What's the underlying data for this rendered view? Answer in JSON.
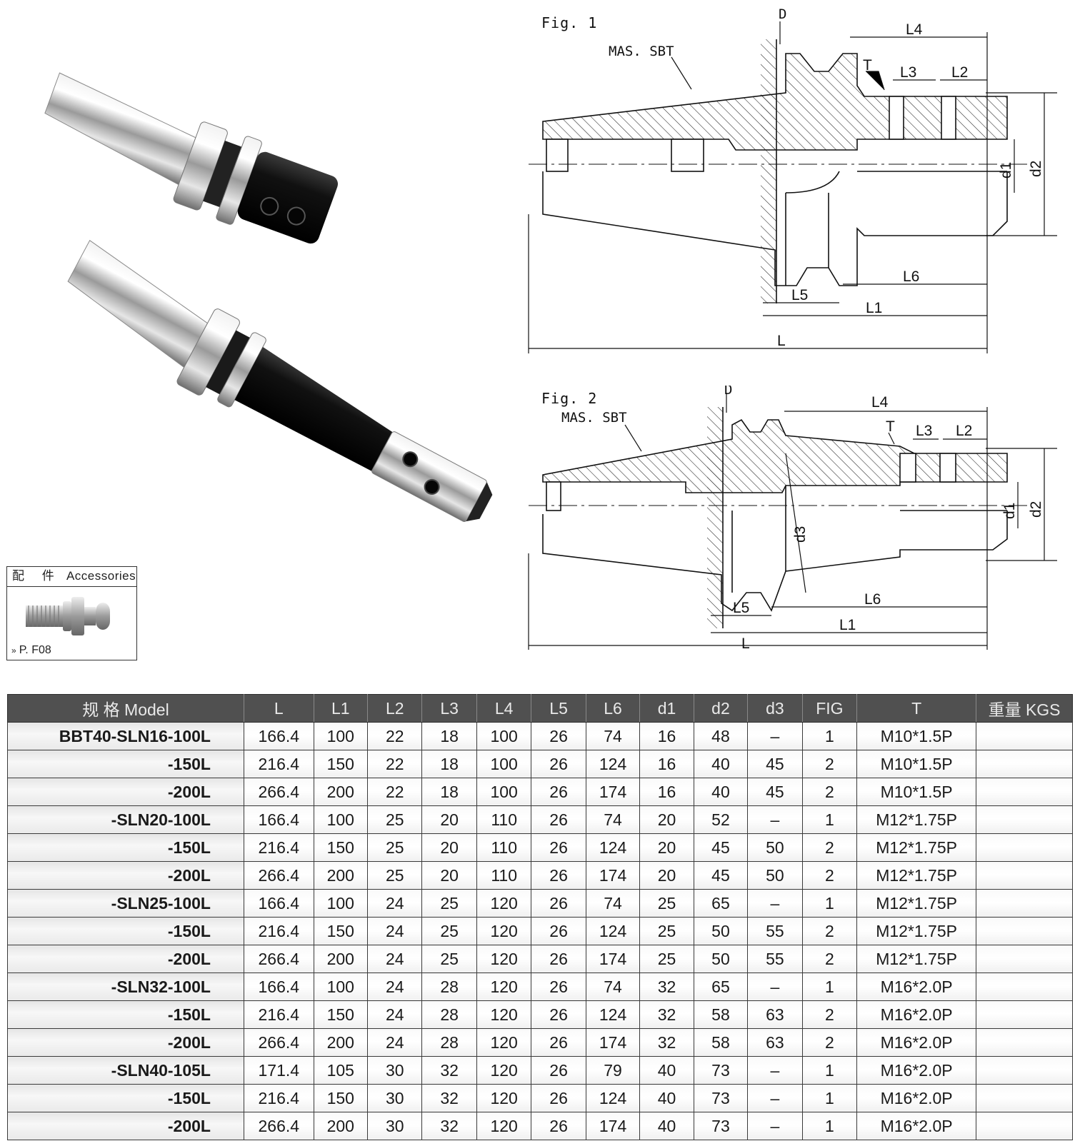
{
  "accessories": {
    "title_cn": "配 件",
    "title_en": "Accessories",
    "reference": "P. F08"
  },
  "fig1": {
    "label": "Fig. 1",
    "labels": {
      "mas": "MAS. SBT",
      "D": "D",
      "T": "T",
      "L": "L",
      "L1": "L1",
      "L2": "L2",
      "L3": "L3",
      "L4": "L4",
      "L5": "L5",
      "L6": "L6",
      "d1": "d1",
      "d2": "d2"
    }
  },
  "fig2": {
    "label": "Fig. 2",
    "labels": {
      "mas": "MAS. SBT",
      "D": "D",
      "T": "T",
      "L": "L",
      "L1": "L1",
      "L2": "L2",
      "L3": "L3",
      "L4": "L4",
      "L5": "L5",
      "L6": "L6",
      "d1": "d1",
      "d2": "d2",
      "d3": "d3"
    }
  },
  "table": {
    "headers": [
      "规 格 Model",
      "L",
      "L1",
      "L2",
      "L3",
      "L4",
      "L5",
      "L6",
      "d1",
      "d2",
      "d3",
      "FIG",
      "T",
      "重量 KGS"
    ],
    "rows": [
      [
        "BBT40-SLN16-100L",
        "166.4",
        "100",
        "22",
        "18",
        "100",
        "26",
        "74",
        "16",
        "48",
        "–",
        "1",
        "M10*1.5P",
        ""
      ],
      [
        "-150L",
        "216.4",
        "150",
        "22",
        "18",
        "100",
        "26",
        "124",
        "16",
        "40",
        "45",
        "2",
        "M10*1.5P",
        ""
      ],
      [
        "-200L",
        "266.4",
        "200",
        "22",
        "18",
        "100",
        "26",
        "174",
        "16",
        "40",
        "45",
        "2",
        "M10*1.5P",
        ""
      ],
      [
        "-SLN20-100L",
        "166.4",
        "100",
        "25",
        "20",
        "110",
        "26",
        "74",
        "20",
        "52",
        "–",
        "1",
        "M12*1.75P",
        ""
      ],
      [
        "-150L",
        "216.4",
        "150",
        "25",
        "20",
        "110",
        "26",
        "124",
        "20",
        "45",
        "50",
        "2",
        "M12*1.75P",
        ""
      ],
      [
        "-200L",
        "266.4",
        "200",
        "25",
        "20",
        "110",
        "26",
        "174",
        "20",
        "45",
        "50",
        "2",
        "M12*1.75P",
        ""
      ],
      [
        "-SLN25-100L",
        "166.4",
        "100",
        "24",
        "25",
        "120",
        "26",
        "74",
        "25",
        "65",
        "–",
        "1",
        "M12*1.75P",
        ""
      ],
      [
        "-150L",
        "216.4",
        "150",
        "24",
        "25",
        "120",
        "26",
        "124",
        "25",
        "50",
        "55",
        "2",
        "M12*1.75P",
        ""
      ],
      [
        "-200L",
        "266.4",
        "200",
        "24",
        "25",
        "120",
        "26",
        "174",
        "25",
        "50",
        "55",
        "2",
        "M12*1.75P",
        ""
      ],
      [
        "-SLN32-100L",
        "166.4",
        "100",
        "24",
        "28",
        "120",
        "26",
        "74",
        "32",
        "65",
        "–",
        "1",
        "M16*2.0P",
        ""
      ],
      [
        "-150L",
        "216.4",
        "150",
        "24",
        "28",
        "120",
        "26",
        "124",
        "32",
        "58",
        "63",
        "2",
        "M16*2.0P",
        ""
      ],
      [
        "-200L",
        "266.4",
        "200",
        "24",
        "28",
        "120",
        "26",
        "174",
        "32",
        "58",
        "63",
        "2",
        "M16*2.0P",
        ""
      ],
      [
        "-SLN40-105L",
        "171.4",
        "105",
        "30",
        "32",
        "120",
        "26",
        "79",
        "40",
        "73",
        "–",
        "1",
        "M16*2.0P",
        ""
      ],
      [
        "-150L",
        "216.4",
        "150",
        "30",
        "32",
        "120",
        "26",
        "124",
        "40",
        "73",
        "–",
        "1",
        "M16*2.0P",
        ""
      ],
      [
        "-200L",
        "266.4",
        "200",
        "30",
        "32",
        "120",
        "26",
        "174",
        "40",
        "73",
        "–",
        "1",
        "M16*2.0P",
        ""
      ]
    ]
  }
}
